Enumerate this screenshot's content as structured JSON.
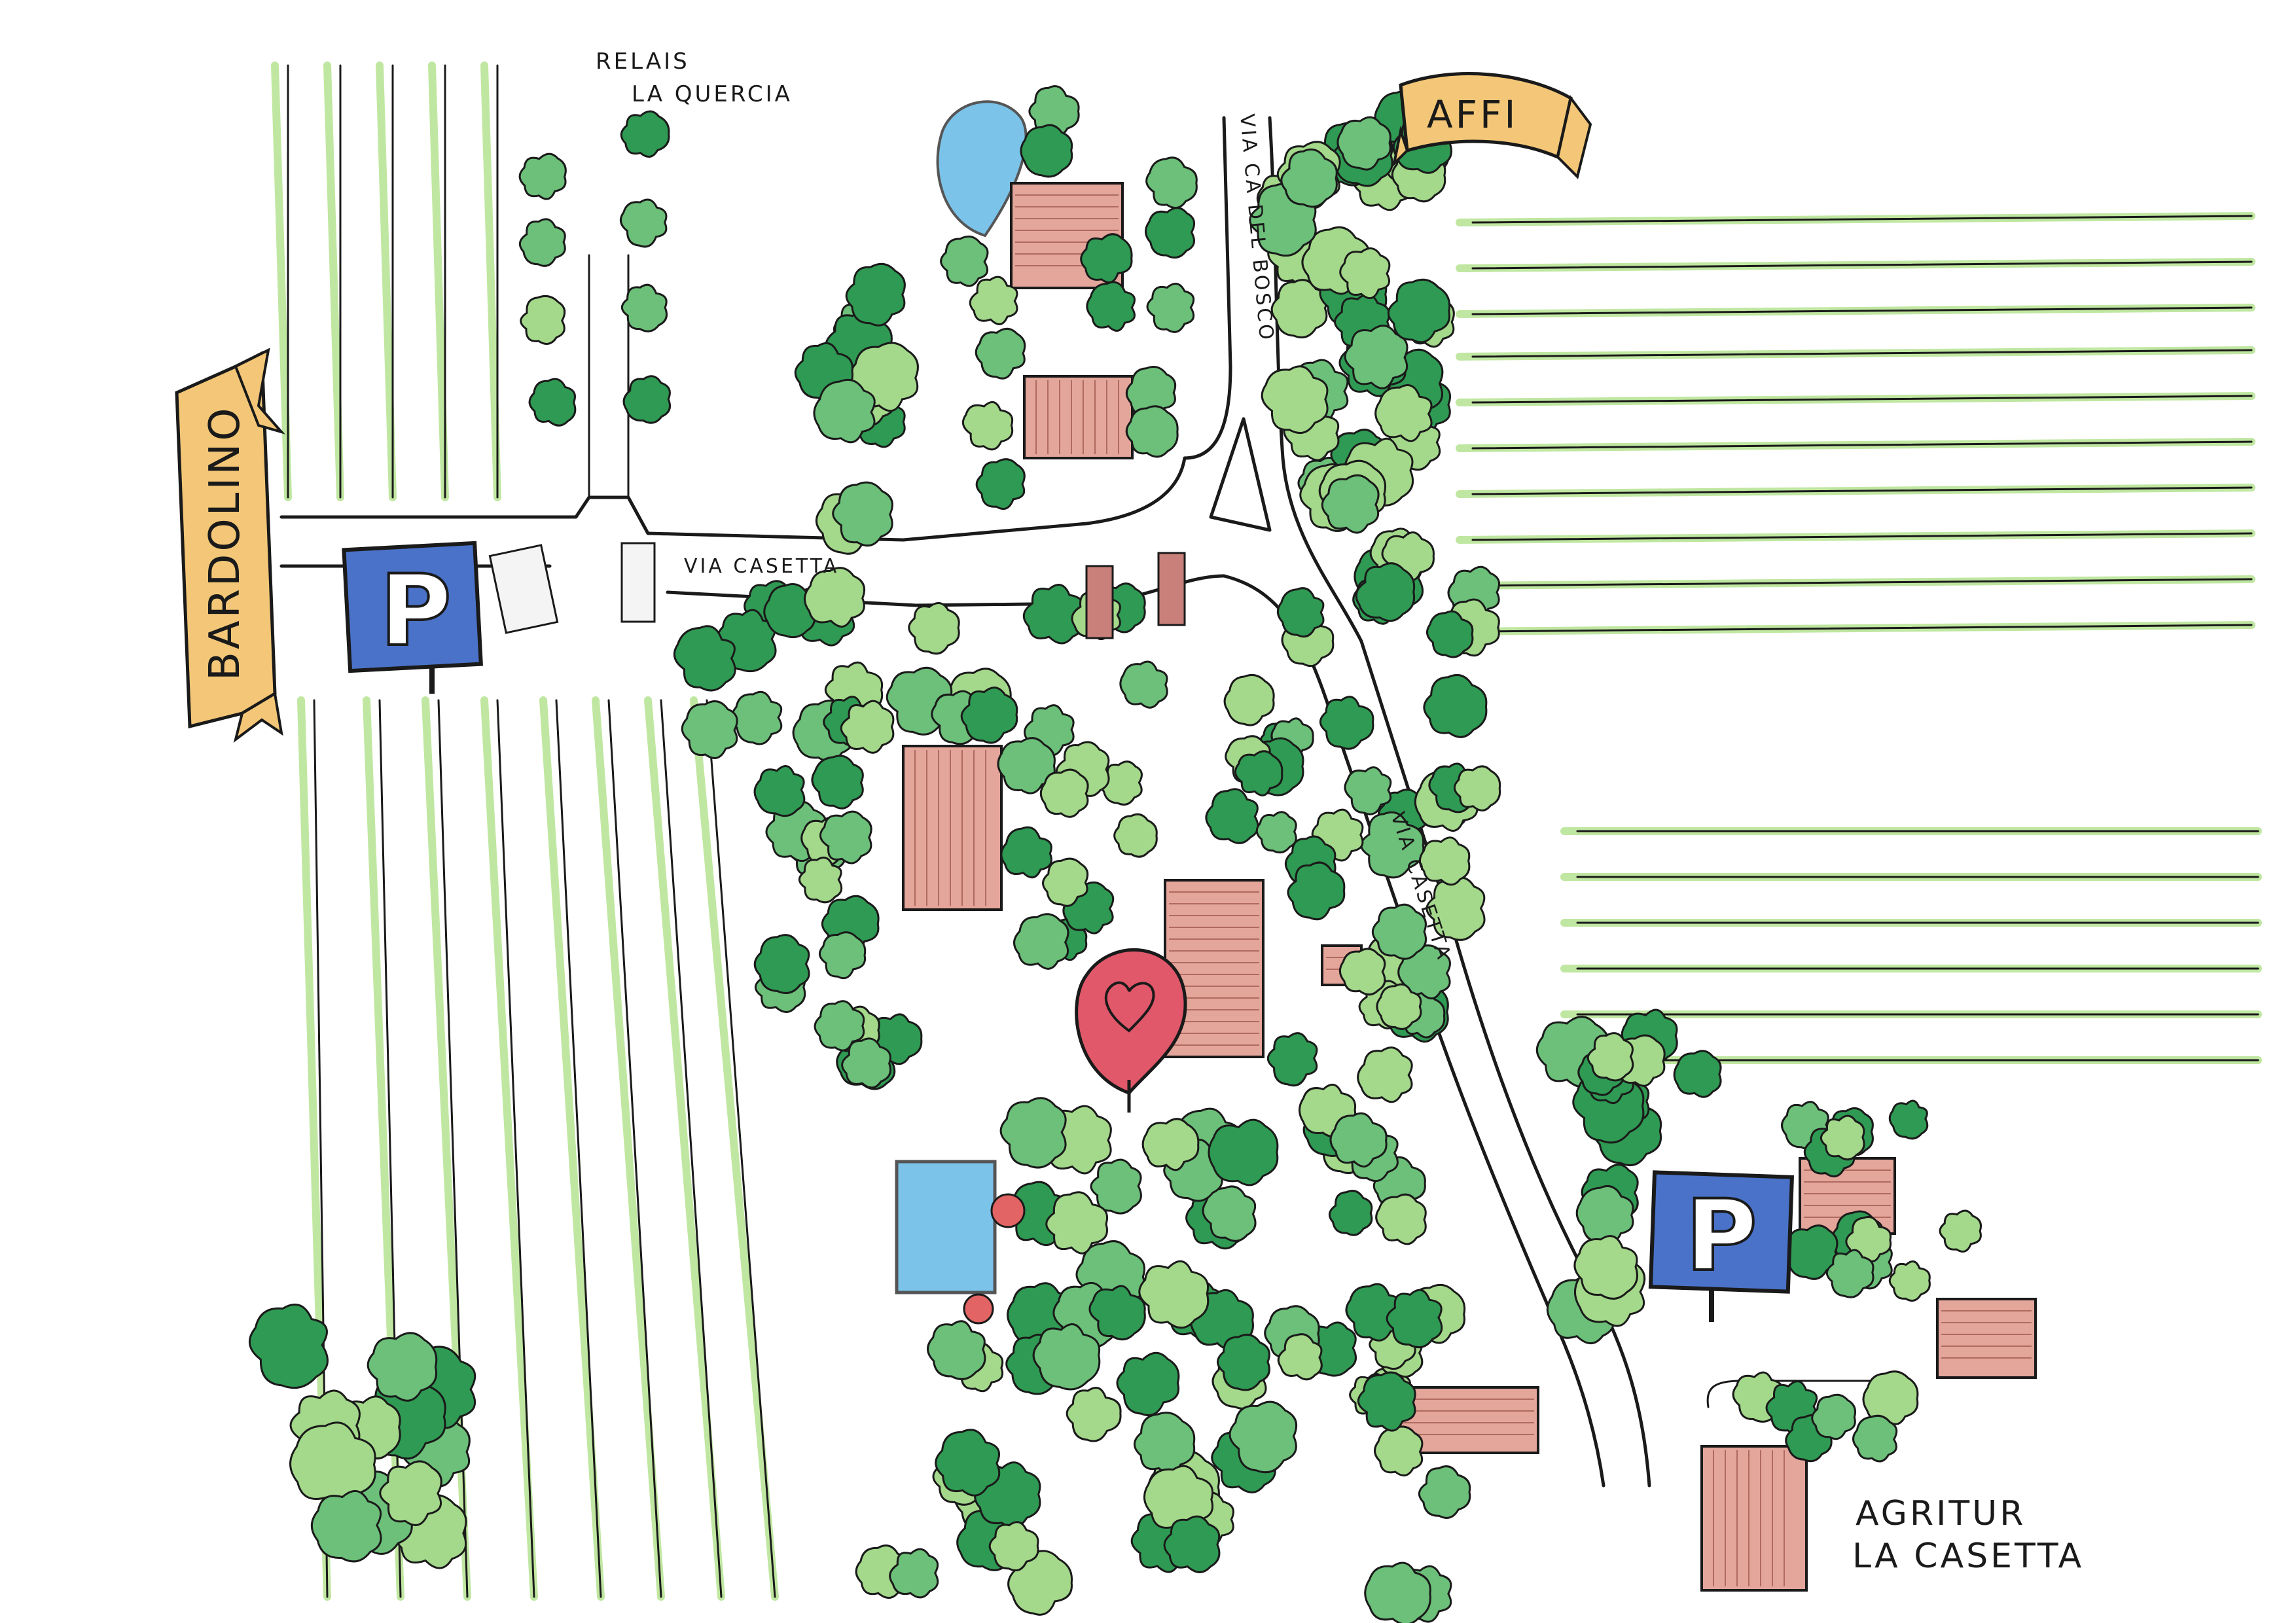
{
  "labels": {
    "relais_line1": "RELAIS",
    "relais_line2": "LA QUERCIA",
    "via_casetta_main": "VIA CASETTA",
    "via_ca_del_bosco": "VIA CA DEL BOSCO",
    "via_casetta_side": "VIA CASETTA",
    "agritur_line1": "AGRITUR",
    "agritur_line2": "LA CASETTA"
  },
  "banners": {
    "bardolino": "BARDOLINO",
    "affi": "AFFI"
  },
  "parking": {
    "left_symbol": "P",
    "right_symbol": "P"
  },
  "icons": {
    "destination_marker": "heart-pin-icon",
    "parking": "parking-sign-icon"
  },
  "colors": {
    "ink": "#1a1a1a",
    "field_green": "#b6e391",
    "tree_dark": "#2f9a53",
    "tree_mid": "#6cc07a",
    "tree_light": "#a4d98b",
    "building": "#e4a59a",
    "water": "#7cc3ea",
    "banner": "#f3c777",
    "parking_blue": "#4a72c8",
    "heart_pin": "#e0586a"
  }
}
